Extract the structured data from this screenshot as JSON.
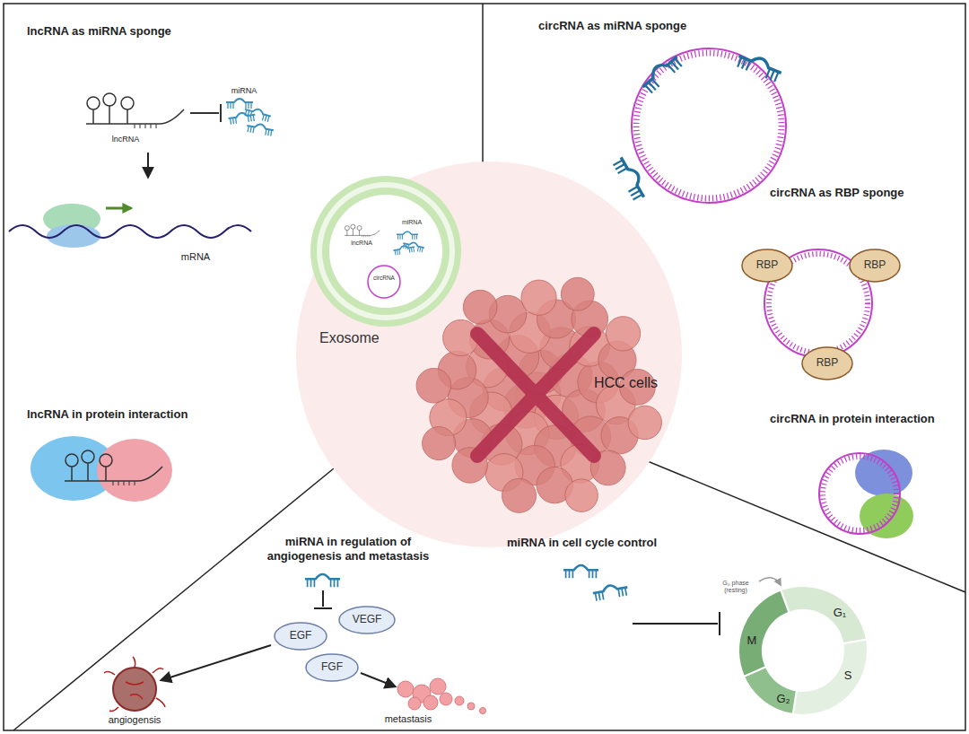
{
  "diagram": {
    "nodes": [
      {
        "text": [
          "lncRNA",
          "miRNA",
          "circRNA",
          "Exosome"
        ]
      },
      {
        "text": [
          "RBP"
        ]
      },
      {
        "text": [
          "RBP"
        ]
      },
      {
        "text": [
          "RBP"
        ]
      },
      {
        "text": [
          "EGF"
        ]
      },
      {
        "text": [
          "VEGF"
        ]
      },
      {
        "text": [
          "FGF"
        ]
      }
    ],
    "labels": [
      "lncRNA as miRNA sponge",
      "lncRNA",
      "miRNA",
      "mRNA",
      "lncRNA in protein interaction",
      "circRNA as miRNA sponge",
      "circRNA as RBP sponge",
      "circRNA in protein interaction",
      "HCC cells",
      "miRNA in regulation of angiogenesis and metastasis",
      "angiogensis",
      "metastasis",
      "miRNA in cell cycle control",
      "G₀ phase (resting)",
      "G₁",
      "S",
      "G₂",
      "M"
    ]
  }
}
